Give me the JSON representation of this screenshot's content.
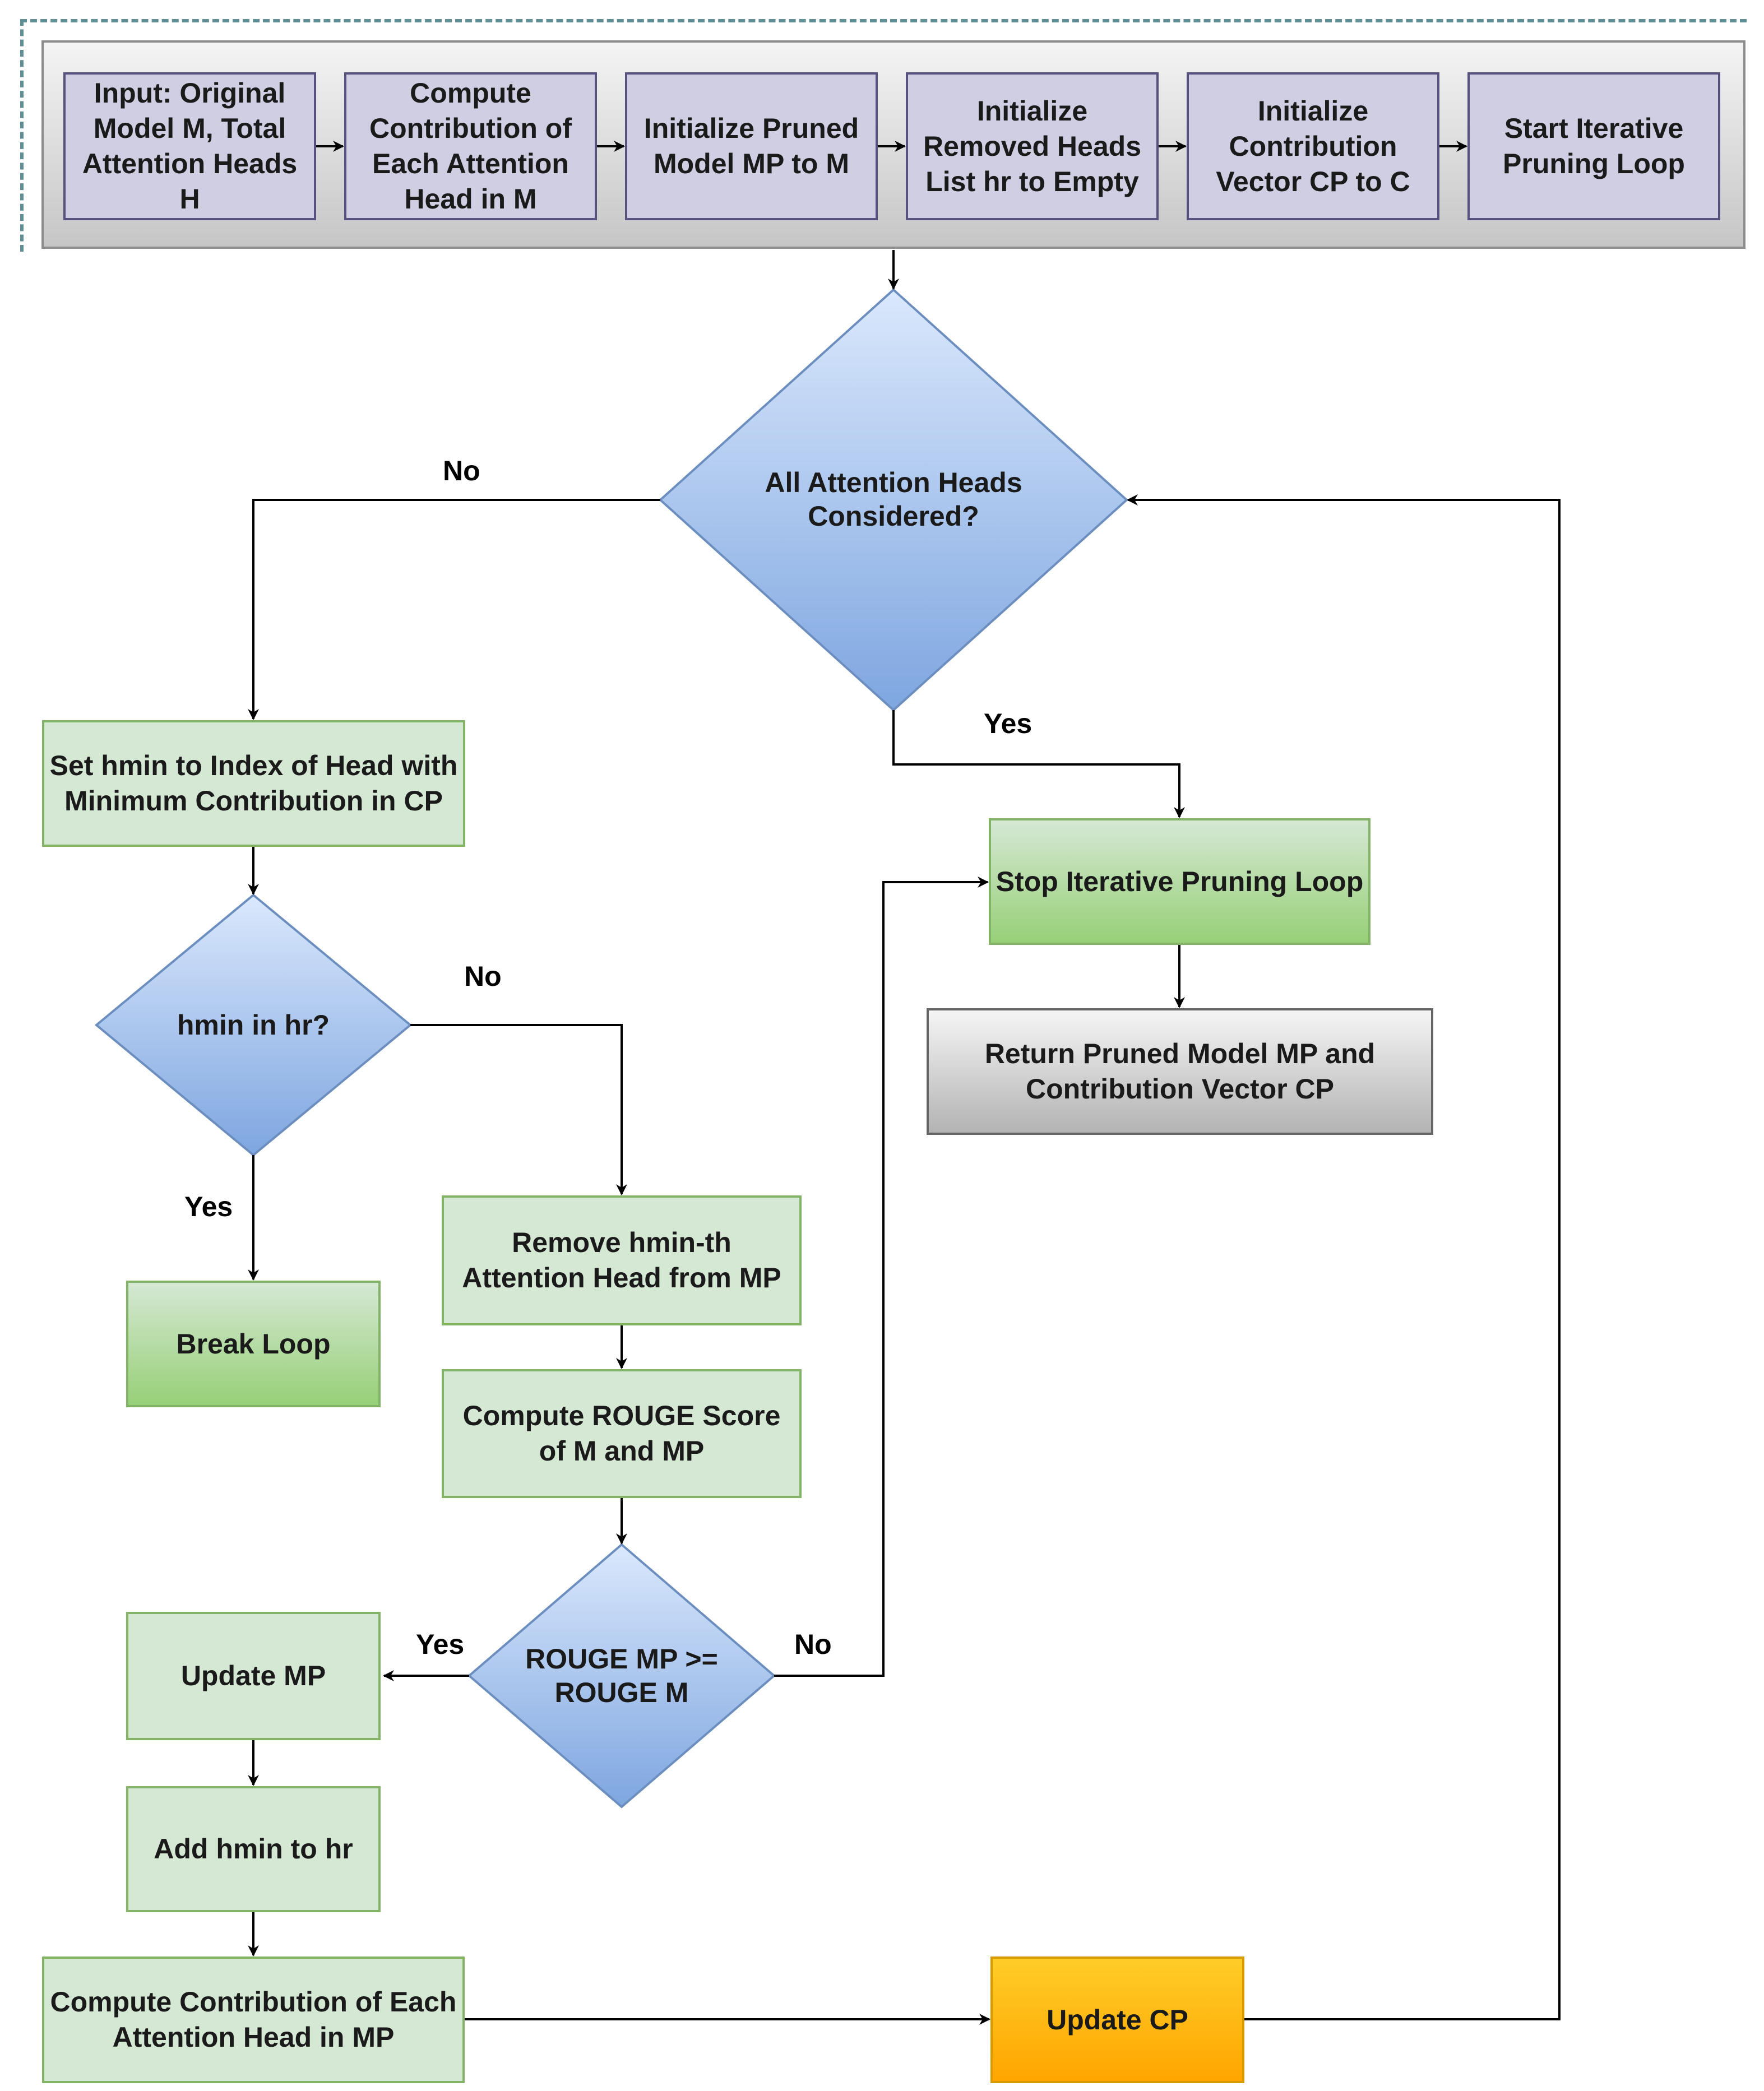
{
  "header": {
    "steps": [
      "Input: Original Model M, Total Attention Heads H",
      "Compute Contribution of Each Attention Head in M",
      "Initialize Pruned Model MP to M",
      "Initialize Removed Heads List hr to Empty",
      "Initialize Contribution Vector CP to C",
      "Start Iterative Pruning Loop"
    ]
  },
  "decisions": {
    "all_heads": "All Attention Heads Considered?",
    "hmin_in_hr": "hmin in hr?",
    "rouge": "ROUGE MP >= ROUGE M"
  },
  "process": {
    "set_hmin": "Set hmin to Index of Head with Minimum Contribution in CP",
    "stop_loop": "Stop Iterative Pruning Loop",
    "return": "Return Pruned Model MP and Contribution Vector CP",
    "remove_head": "Remove hmin-th Attention Head from MP",
    "break_loop": "Break Loop",
    "compute_rouge": "Compute ROUGE Score of M and MP",
    "update_mp": "Update MP",
    "add_hmin": "Add hmin to hr",
    "compute_contrib": "Compute Contribution of Each Attention Head in MP",
    "update_cp": "Update CP"
  },
  "edge_labels": {
    "no_all_heads": "No",
    "yes_all_heads": "Yes",
    "no_hmin": "No",
    "yes_hmin": "Yes",
    "yes_rouge": "Yes",
    "no_rouge": "No"
  },
  "colors": {
    "header_box_fill": "#d0cee2",
    "process_fill": "#d5e8d4",
    "decision_fill": "#7ea6e0",
    "update_cp_fill": "#ffb21a"
  }
}
